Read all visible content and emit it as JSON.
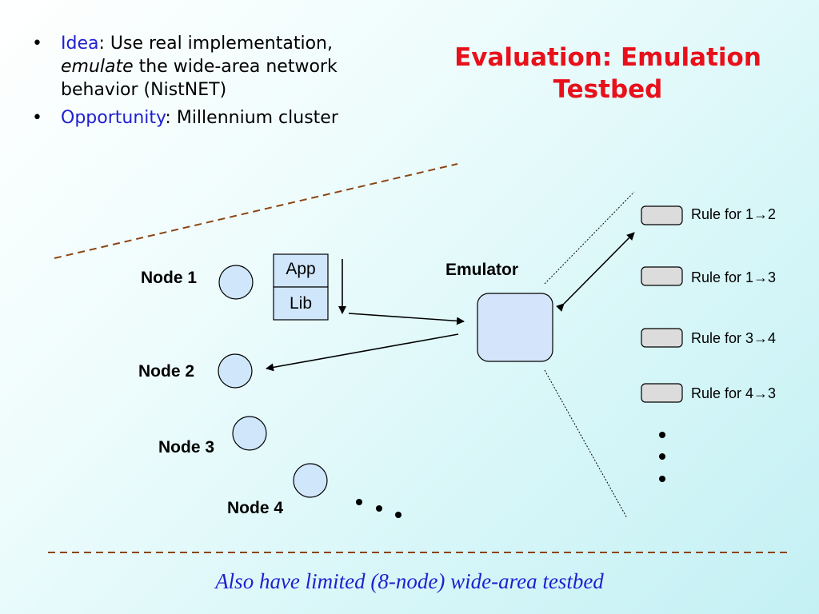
{
  "title_line1": "Evaluation: Emulation",
  "title_line2": "Testbed",
  "bullets": {
    "idea_label": "Idea",
    "idea_sep": ":",
    "idea_text_a": " Use real implementation, ",
    "idea_text_em": "emulate",
    "idea_text_b": " the wide-area network behavior (NistNET)",
    "opp_label": "Opportunity",
    "opp_sep": ":",
    "opp_text": " Millennium cluster",
    "marker": "•"
  },
  "nodes": [
    "Node 1",
    "Node 2",
    "Node 3",
    "Node 4"
  ],
  "stack": {
    "top": "App",
    "bottom": "Lib"
  },
  "emulator_label": "Emulator",
  "rules": [
    "Rule for 1→2",
    "Rule for 1→3",
    "Rule for 3→4",
    "Rule for 4→3"
  ],
  "footer": "Also have limited (8-node) wide-area testbed",
  "colors": {
    "title": "#e8101a",
    "bullet_keyword": "#1f1fd0",
    "node_fill": "#cfe6fb",
    "emulator_fill": "#d4e4fb",
    "rule_fill": "#dcdcdc",
    "dashed_line": "#8b4513"
  }
}
